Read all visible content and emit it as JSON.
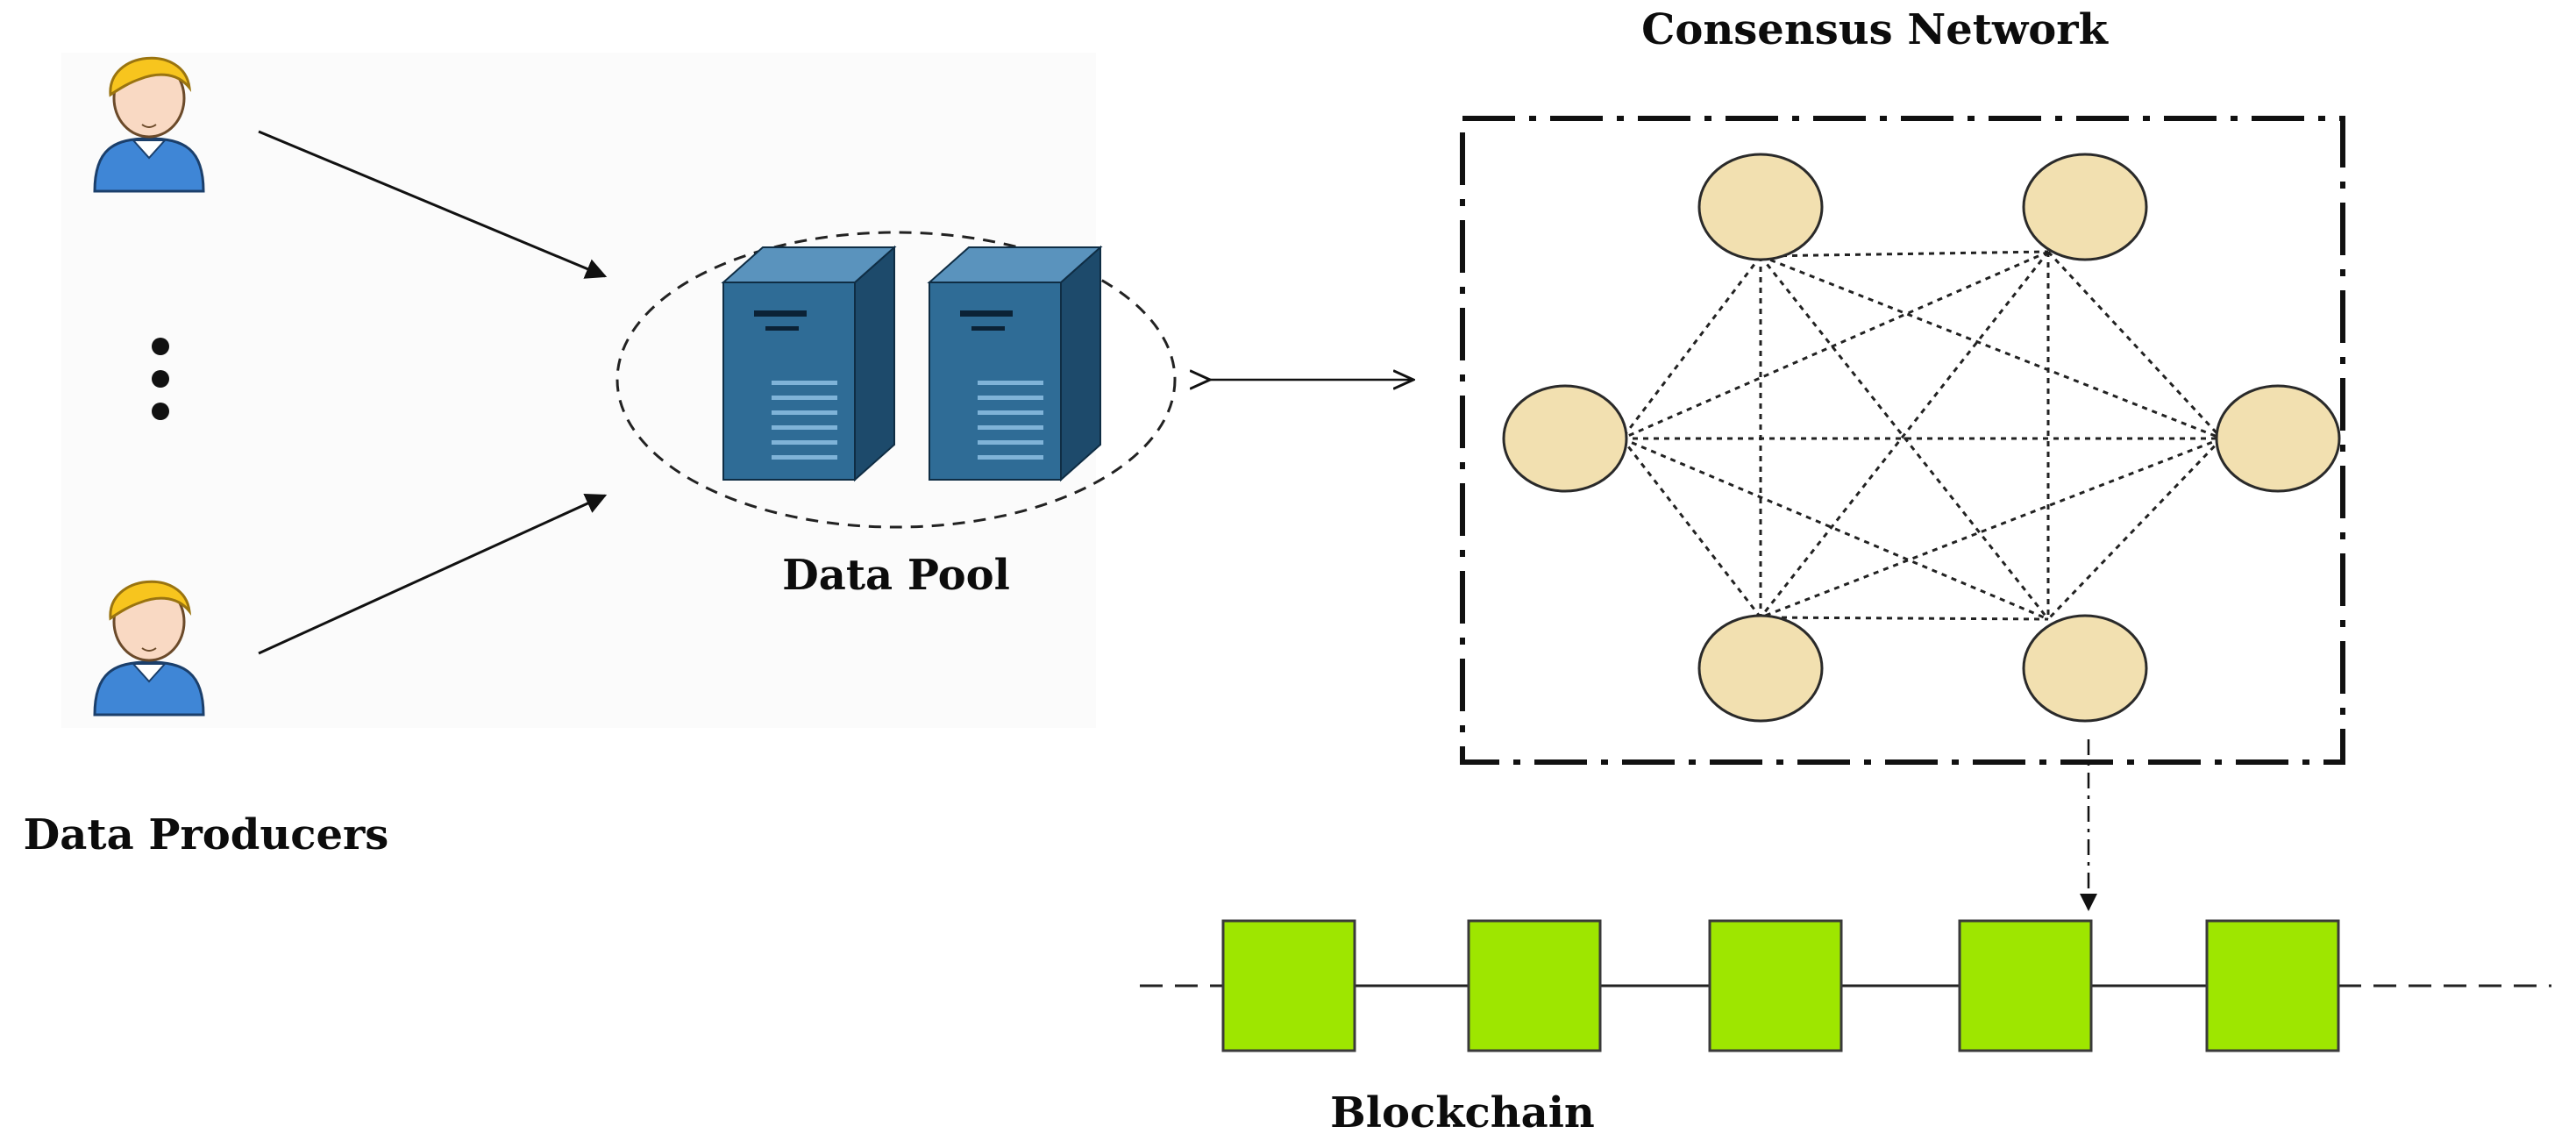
{
  "labels": {
    "data_producers": "Data Producers",
    "data_pool": "Data Pool",
    "consensus_network": "Consensus Network",
    "blockchain": "Blockchain"
  },
  "producers": {
    "count_shown": 2,
    "ellipsis": true
  },
  "consensus": {
    "node_count": 6,
    "topology": "fully-connected"
  },
  "blockchain": {
    "block_count": 5
  },
  "colors": {
    "node_fill": "#F2E0B0",
    "block_fill": "#9EE600",
    "server_front": "#2F6C96",
    "server_side": "#1D4A6B",
    "server_top": "#5A93BD",
    "producer_hair": "#F7C51E",
    "producer_shirt": "#3F86D6",
    "producer_skin": "#F9D9C3"
  },
  "icons": [
    "user-icon",
    "server-icon"
  ]
}
